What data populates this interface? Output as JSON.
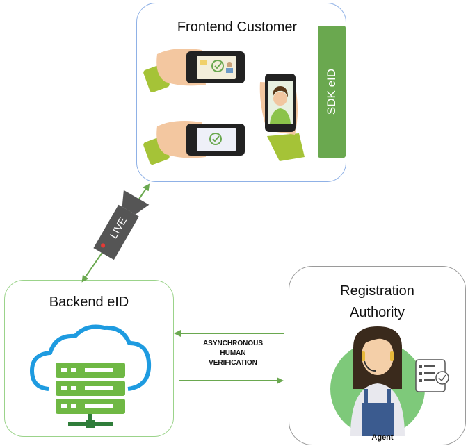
{
  "frontend": {
    "title": "Frontend Customer",
    "sdk_label": "SDK eID"
  },
  "backend": {
    "title": "Backend eID"
  },
  "registration_authority": {
    "title_line1": "Registration",
    "title_line2": "Authority",
    "agent_label": "Agent"
  },
  "connection": {
    "live_label": "LIVE",
    "async_line1": "ASYNCHRONOUS",
    "async_line2": "HUMAN",
    "async_line3": "VERIFICATION"
  },
  "colors": {
    "frontend_border": "#8fb1e6",
    "backend_border": "#9bd38a",
    "ra_border": "#9a9a9a",
    "arrow": "#6aa84f",
    "sdk_bar": "#6aa84f",
    "cloud": "#1e9be0",
    "server": "#6fb844",
    "agent_bg": "#7ec97a"
  },
  "icons": [
    "hand-phone-icon",
    "selfie-phone-icon",
    "cloud-server-icon",
    "live-camera-icon",
    "agent-avatar-icon",
    "checklist-icon"
  ]
}
